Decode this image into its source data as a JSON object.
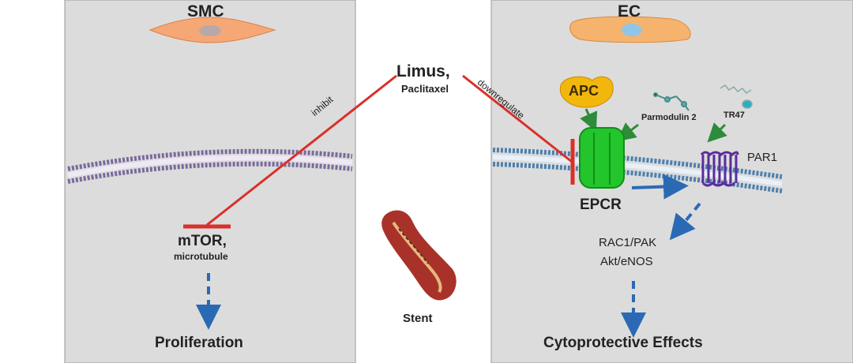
{
  "smc_panel": {
    "cell_label": "SMC",
    "target_label": "mTOR,",
    "target_sublabel": "microtubule",
    "outcome_label": "Proliferation"
  },
  "center": {
    "drug_label": "Limus,",
    "drug_sublabel": "Paclitaxel",
    "inhibit_label": "inhibit",
    "downregulate_label": "downregulate",
    "stent_label": "Stent"
  },
  "ec_panel": {
    "cell_label": "EC",
    "apc_label": "APC",
    "parmodulin_label": "Parmodulin 2",
    "tr47_label": "TR47",
    "par1_label": "PAR1",
    "receptor_label": "EPCR",
    "pathway_line1": "RAC1/PAK",
    "pathway_line2": "Akt/eNOS",
    "outcome_label": "Cytoprotective Effects"
  },
  "colors": {
    "panel_bg": "#dcdcdc",
    "inhibitor_red": "#d9302a",
    "arrow_blue": "#2a6ab4",
    "arrow_green": "#2e8b3a",
    "epcr_green": "#22c52b",
    "par1_purple": "#5a2d9c",
    "apc_gold": "#f2b70c",
    "smc_cell": "#f5a875",
    "ec_cell": "#f5b36e",
    "membrane_smc": "#7a6a9c",
    "membrane_ec": "#4d7fae"
  }
}
